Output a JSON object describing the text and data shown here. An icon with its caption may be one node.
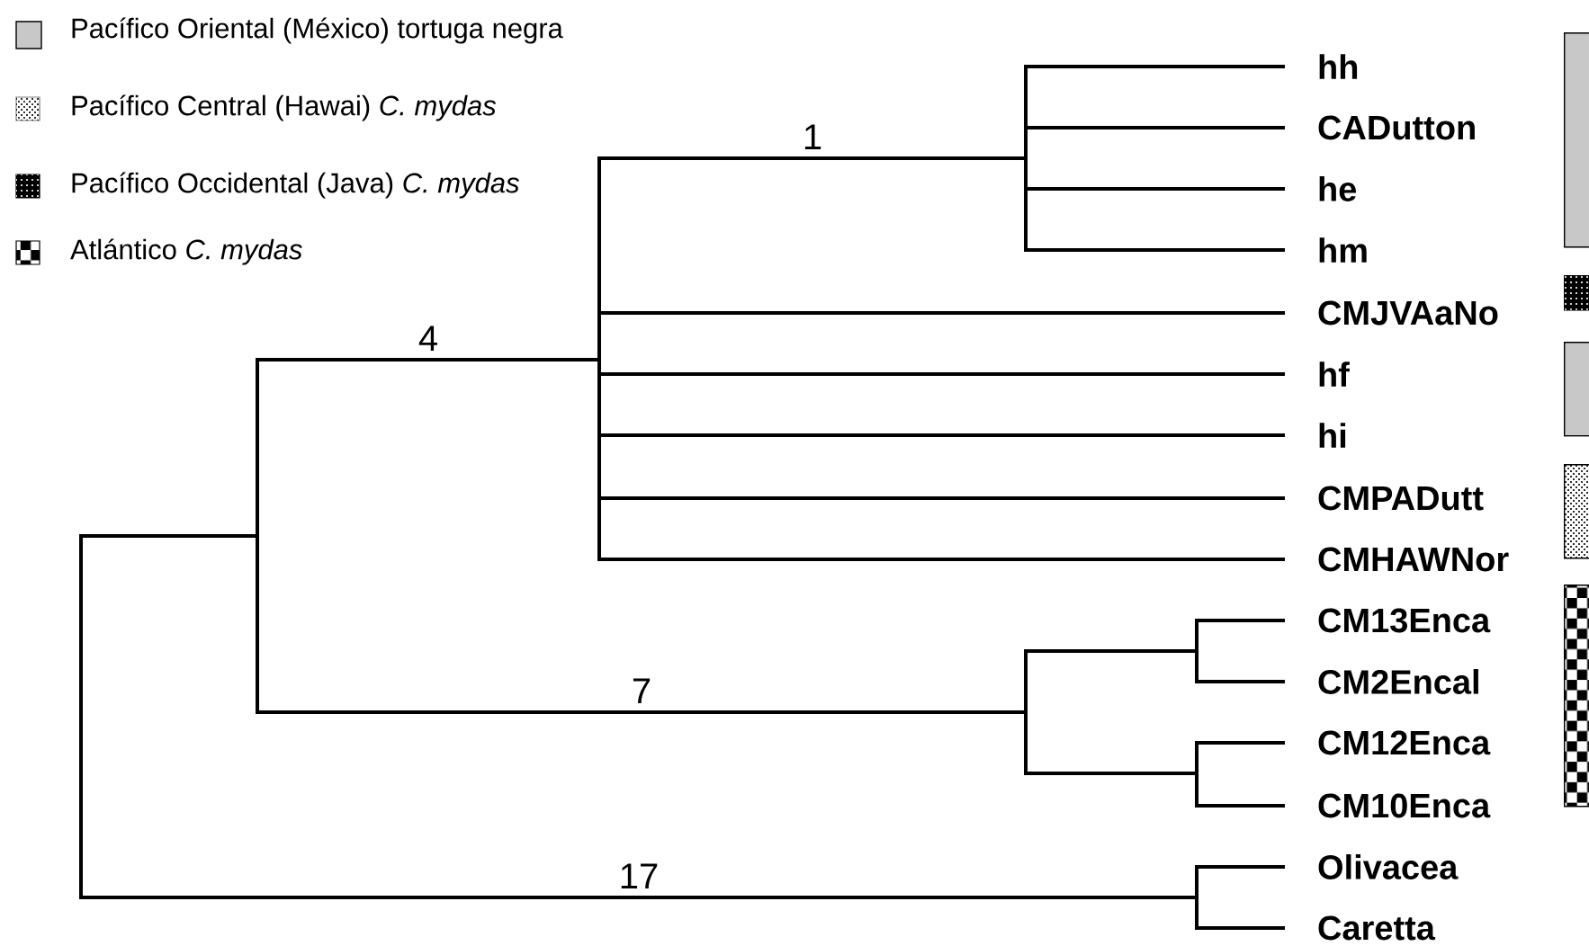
{
  "diagram": {
    "nodes": [
      {
        "text": [
          "hh"
        ]
      },
      {
        "text": [
          "CADutton"
        ]
      },
      {
        "text": [
          "he"
        ]
      },
      {
        "text": [
          "hm"
        ]
      },
      {
        "text": [
          "CMJVAaNo"
        ]
      },
      {
        "text": [
          "hf"
        ]
      },
      {
        "text": [
          "hi"
        ]
      },
      {
        "text": [
          "CMPADutt"
        ]
      },
      {
        "text": [
          "CMHAWNor"
        ]
      },
      {
        "text": [
          "CM13Enca"
        ]
      },
      {
        "text": [
          "CM2Encal"
        ]
      },
      {
        "text": [
          "CM12Enca"
        ]
      },
      {
        "text": [
          "CM10Enca"
        ]
      },
      {
        "text": [
          "Olivacea"
        ]
      },
      {
        "text": [
          "Caretta"
        ]
      },
      {
        "text": [],
        "shape": "bar"
      },
      {
        "text": [],
        "shape": "bar"
      },
      {
        "text": [],
        "shape": "bar"
      },
      {
        "text": [],
        "shape": "bar"
      },
      {
        "text": [],
        "shape": "bar"
      }
    ],
    "labels": [
      "1",
      "4",
      "7",
      "17"
    ],
    "legend": [
      {
        "text": "Pacífico Oriental (México) tortuga negra",
        "color": "#c8c8c8"
      },
      {
        "text": "Pacífico Central (Hawai) *C. mydas*"
      },
      {
        "text": "Pacífico Occidental (Java) *C. mydas*"
      },
      {
        "text": "Atlántico *C. mydas*"
      }
    ]
  }
}
